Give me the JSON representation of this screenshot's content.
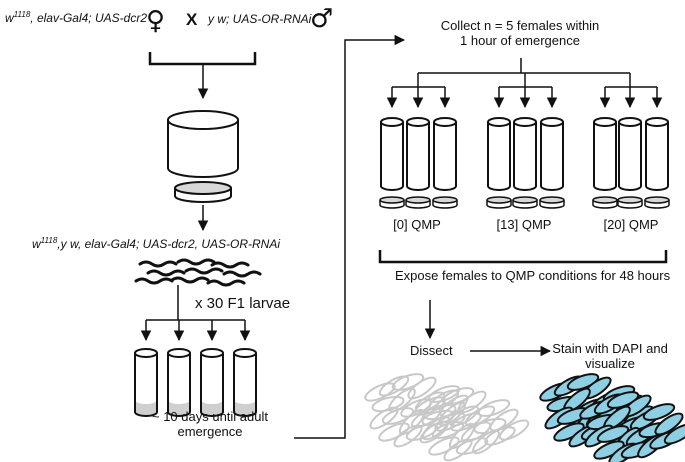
{
  "cross": {
    "female_base": "w",
    "female_sup": "1118",
    "female_rest": ", elav-Gal4; UAS-dcr2",
    "female_symbol": "♀",
    "cross_sign": "X",
    "male_genotype": "y w; UAS-OR-RNAi",
    "male_symbol": "♂"
  },
  "f1": {
    "base": "w",
    "sup": "1118",
    "rest": ",y w, elav-Gal4; UAS-dcr2, UAS-OR-RNAi"
  },
  "larvae_label": "x 30 F1 larvae",
  "emergence_label": {
    "line1": "~ 10 days until adult",
    "line2": "emergence"
  },
  "collect_label": {
    "line1": "Collect n = 5 females within",
    "line2": "1 hour of emergence"
  },
  "qmp_groups": [
    "[0] QMP",
    "[13] QMP",
    "[20] QMP"
  ],
  "expose_label": "Expose females to QMP conditions for 48 hours",
  "dissect_label": "Dissect",
  "stain_label": {
    "line1": "Stain with DAPI and",
    "line2": "visualize"
  },
  "colors": {
    "ink": "#111111",
    "stain_fill": "#8ecfe4",
    "unstained_stroke": "#c8c8c8",
    "food": "#cfcfcf"
  }
}
